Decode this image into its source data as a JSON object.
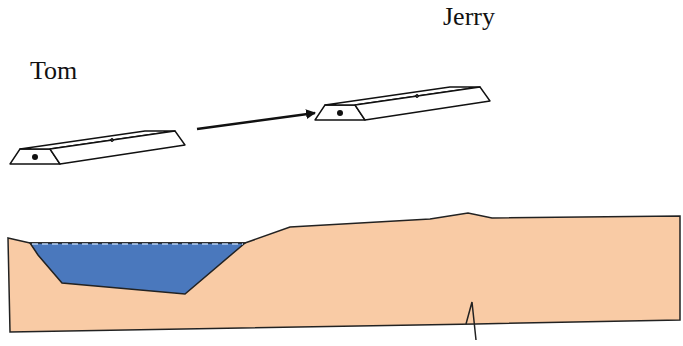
{
  "diagram": {
    "nodes": [
      {
        "text": [
          "Tom"
        ]
      },
      {
        "text": [
          "Jerry"
        ]
      }
    ],
    "edges": [
      {
        "from": 0,
        "to": 1,
        "arrow": "to"
      }
    ]
  }
}
